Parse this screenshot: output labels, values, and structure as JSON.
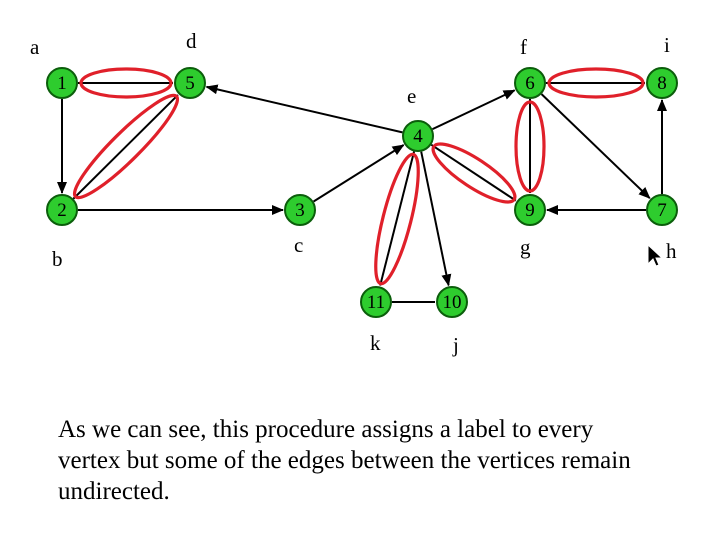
{
  "colors": {
    "node_fill": "#2ecc2e",
    "highlight_oval": "#e0202a",
    "edge": "#000000"
  },
  "nodes": [
    {
      "id": "1",
      "label": "1"
    },
    {
      "id": "2",
      "label": "2"
    },
    {
      "id": "3",
      "label": "3"
    },
    {
      "id": "4",
      "label": "4"
    },
    {
      "id": "5",
      "label": "5"
    },
    {
      "id": "6",
      "label": "6"
    },
    {
      "id": "7",
      "label": "7"
    },
    {
      "id": "8",
      "label": "8"
    },
    {
      "id": "9",
      "label": "9"
    },
    {
      "id": "10",
      "label": "10"
    },
    {
      "id": "11",
      "label": "11"
    }
  ],
  "vertex_letters": [
    {
      "letter": "a",
      "node": "1"
    },
    {
      "letter": "b",
      "node": "2"
    },
    {
      "letter": "c",
      "node": "3"
    },
    {
      "letter": "d",
      "node": "5"
    },
    {
      "letter": "e",
      "node": "4"
    },
    {
      "letter": "f",
      "node": "6"
    },
    {
      "letter": "g",
      "node": "9"
    },
    {
      "letter": "h",
      "node": "7"
    },
    {
      "letter": "i",
      "node": "8"
    },
    {
      "letter": "j",
      "node": "10"
    },
    {
      "letter": "k",
      "node": "11"
    }
  ],
  "directed_edges": [
    {
      "from": "1",
      "to": "2"
    },
    {
      "from": "2",
      "to": "3"
    },
    {
      "from": "3",
      "to": "4"
    },
    {
      "from": "4",
      "to": "5"
    },
    {
      "from": "4",
      "to": "6"
    },
    {
      "from": "4",
      "to": "10"
    },
    {
      "from": "6",
      "to": "7"
    },
    {
      "from": "7",
      "to": "8"
    },
    {
      "from": "7",
      "to": "9"
    }
  ],
  "undirected_edges": [
    {
      "a": "1",
      "b": "5"
    },
    {
      "a": "2",
      "b": "5"
    },
    {
      "a": "6",
      "b": "8"
    },
    {
      "a": "6",
      "b": "9"
    },
    {
      "a": "4",
      "b": "9"
    },
    {
      "a": "4",
      "b": "11"
    },
    {
      "a": "11",
      "b": "10"
    }
  ],
  "caption_lines": [
    "As we can see, this procedure assigns a label to every",
    "vertex but  some of the edges between the vertices remain",
    "undirected."
  ]
}
